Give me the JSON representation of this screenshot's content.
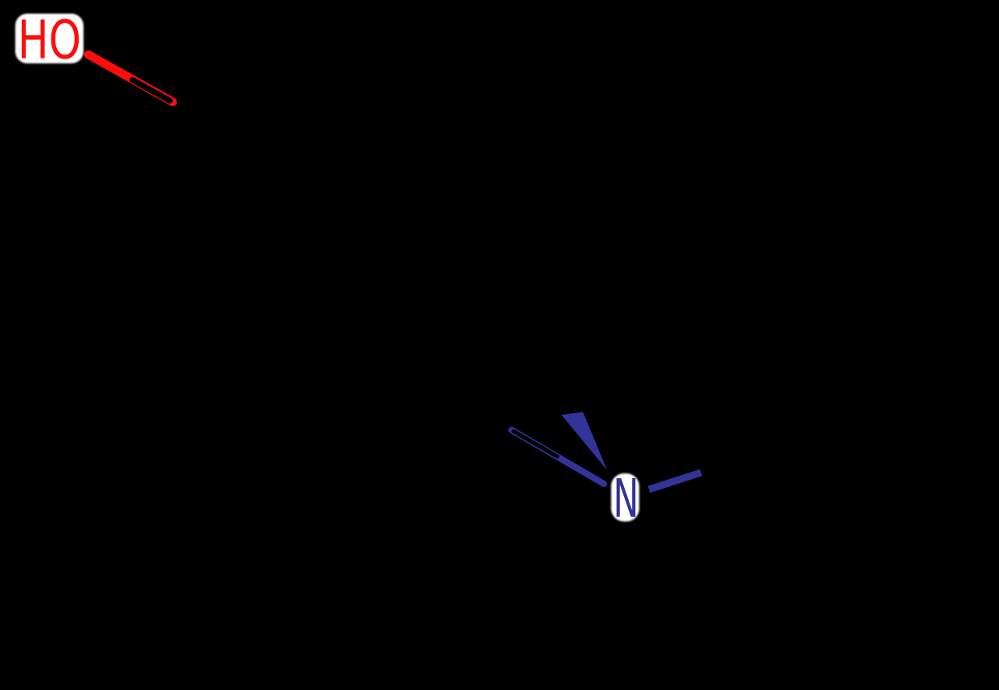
{
  "drawing": {
    "kind": "2D chemical structure (skeletal formula) on black background",
    "note_visible_content": "Only heteroatom labels and bond halves adjacent to heteroatoms are visible; carbon skeleton is black on black",
    "background_color": "#000000"
  },
  "colors": {
    "oxygen": "#FF0D0D",
    "nitrogen": "#333399",
    "carbon": "#000000",
    "label_background": "#FFFFFF"
  },
  "labels": {
    "hydroxyl": "HO",
    "amine": "N"
  },
  "structure": {
    "atoms_labeled": [
      {
        "symbol": "HO",
        "element": "oxygen",
        "color": "#FF0D0D",
        "approx_center": "x62 y48"
      },
      {
        "symbol": "N",
        "element": "nitrogen",
        "color": "#333399",
        "approx_center": "x778 y620"
      }
    ],
    "bonds_visible": [
      {
        "name": "O–C single bond",
        "visible_half_color": "#FF0D0D",
        "hidden_half_color": "#000000"
      },
      {
        "name": "C–N single bond",
        "visible_half_color": "#333399",
        "hidden_half_color": "#000000"
      },
      {
        "name": "N stereo wedge bond",
        "type": "solid-wedge",
        "color": "#333399"
      },
      {
        "name": "N–CH3 single bond",
        "visible_half_color": "#333399",
        "hidden_half_color": "#000000"
      }
    ]
  }
}
